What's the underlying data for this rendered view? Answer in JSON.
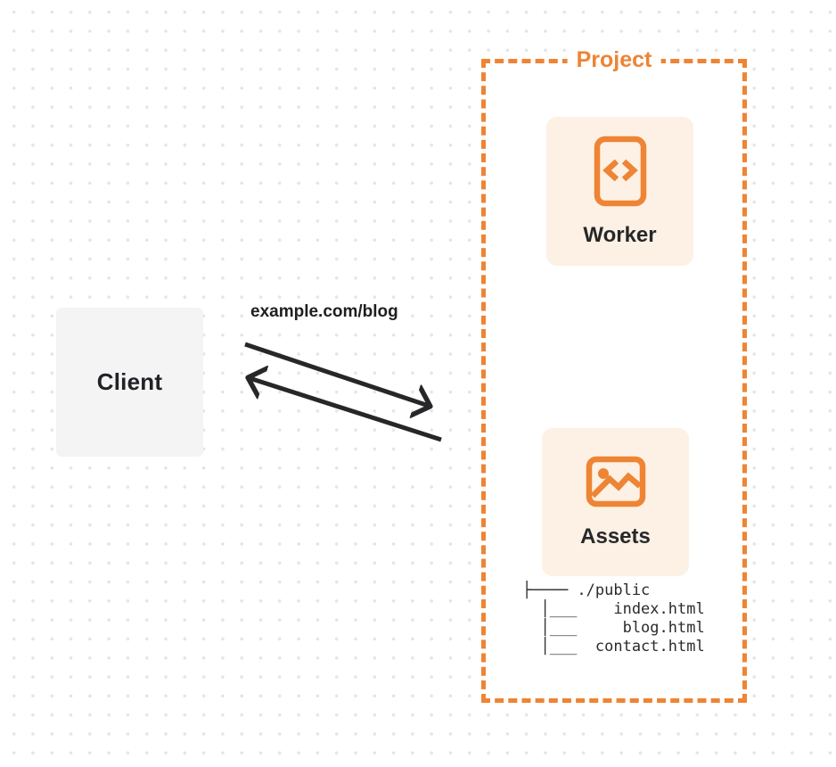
{
  "client": {
    "label": "Client"
  },
  "request": {
    "url_label": "example.com/blog"
  },
  "project": {
    "label": "Project",
    "worker": {
      "label": "Worker",
      "icon": "code-file-icon"
    },
    "assets": {
      "label": "Assets",
      "icon": "image-icon",
      "tree_lines": [
        "├──── ./public",
        "  │___    index.html",
        "  │___     blog.html",
        "  │___  contact.html"
      ]
    }
  },
  "arrows": [
    {
      "name": "request-arrow",
      "direction": "client-to-project"
    },
    {
      "name": "response-arrow",
      "direction": "project-to-client"
    }
  ],
  "colors": {
    "accent_orange": "#ee8434",
    "card_background": "#fcf1e4",
    "client_background": "#f4f4f5",
    "text_dark": "#27272a",
    "arrow": "#27272a",
    "grid_dot": "#e5e5e8"
  }
}
